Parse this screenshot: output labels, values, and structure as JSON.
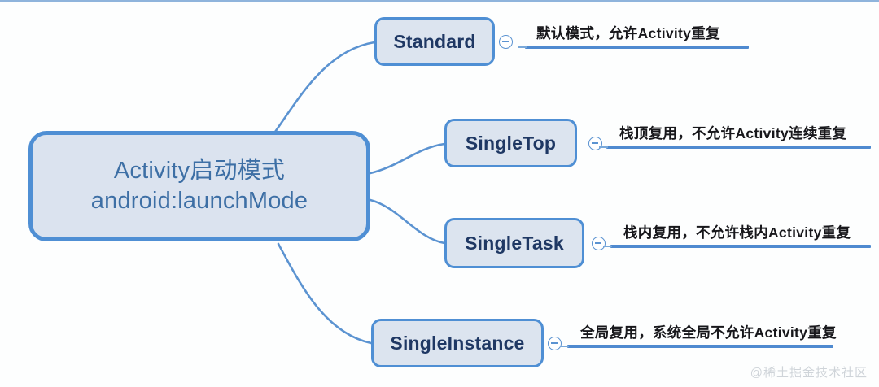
{
  "diagram": {
    "type": "mind-map",
    "background_color": "#fdfefe",
    "node_fill_color": "#dce4ef",
    "node_border_color": "#4f8fd4",
    "root_text_color": "#3d6fa5",
    "branch_text_color": "#1f3864",
    "annotation_text_color": "#17171b",
    "annotation_bar_color": "#4f8ad0",
    "root": {
      "title_line1": "Activity启动模式",
      "title_line2": "android:launchMode"
    },
    "branches": [
      {
        "label": "Standard",
        "annotation": "默认模式，允许Activity重复",
        "toggle_icon": "minus-circle-icon",
        "toggle_state": "expanded"
      },
      {
        "label": "SingleTop",
        "annotation": "栈顶复用，不允许Activity连续重复",
        "toggle_icon": "minus-circle-icon",
        "toggle_state": "expanded"
      },
      {
        "label": "SingleTask",
        "annotation": "栈内复用，不允许栈内Activity重复",
        "toggle_icon": "minus-circle-icon",
        "toggle_state": "expanded"
      },
      {
        "label": "SingleInstance",
        "annotation": "全局复用，系统全局不允许Activity重复",
        "toggle_icon": "minus-circle-icon",
        "toggle_state": "expanded"
      }
    ],
    "watermark": "@稀土掘金技术社区"
  }
}
